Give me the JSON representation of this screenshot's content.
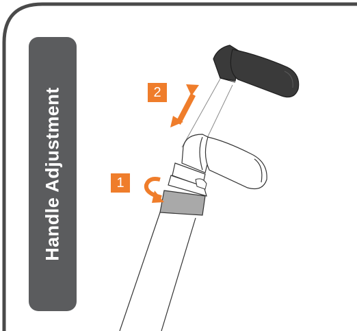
{
  "title": "Handle Adjustment",
  "steps": [
    {
      "number": "1",
      "action": "rotate-icon"
    },
    {
      "number": "2",
      "action": "up-down-arrow-icon"
    }
  ],
  "colors": {
    "accent": "#ef7d2b",
    "panel": "#5b5c5e",
    "frame": "#4a4a4a",
    "grip": "#3a3a3a",
    "collar": "#a9a9a9"
  }
}
